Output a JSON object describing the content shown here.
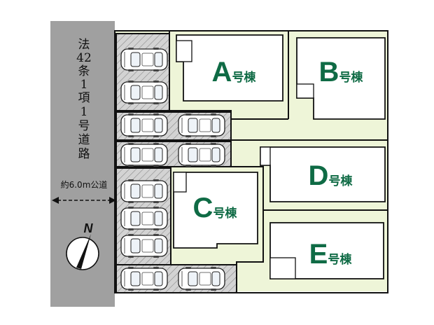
{
  "road": {
    "type_label": "法42条1項1号道路",
    "width_label": "約6.0m公道"
  },
  "compass": {
    "label": "N"
  },
  "buildings": [
    {
      "id": "A",
      "letter": "A",
      "suffix": "号棟"
    },
    {
      "id": "B",
      "letter": "B",
      "suffix": "号棟"
    },
    {
      "id": "C",
      "letter": "C",
      "suffix": "号棟"
    },
    {
      "id": "D",
      "letter": "D",
      "suffix": "号棟"
    },
    {
      "id": "E",
      "letter": "E",
      "suffix": "号棟"
    }
  ],
  "colors": {
    "road": "#a0a0a0",
    "parking": "#cfcfcf",
    "yard": "#eef5d8",
    "building": "#ffffff",
    "outline": "#1a1a1a",
    "label": "#0f6b45"
  }
}
